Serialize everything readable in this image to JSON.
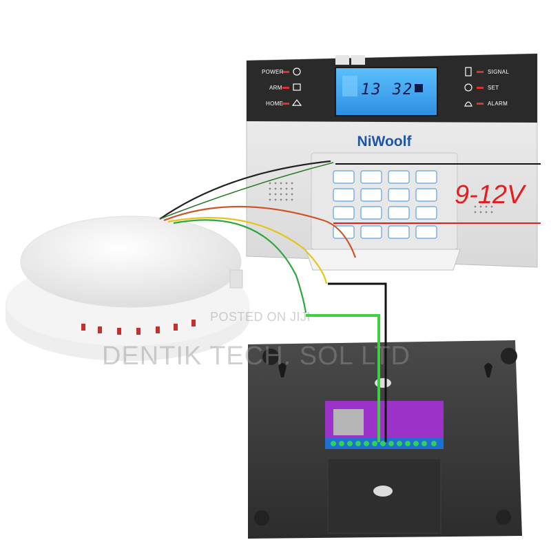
{
  "panel": {
    "brand": "NiWoolf",
    "lcd_time": "13 32",
    "left_labels": [
      "POWER",
      "ARM",
      "HOME"
    ],
    "right_labels": [
      "SIGNAL",
      "SET",
      "ALARM"
    ]
  },
  "annotation": {
    "voltage": "9-12V",
    "color": "#e41e1e"
  },
  "watermark": {
    "small": "POSTED ON JIJI",
    "large": "DENTIK TECH. SOL LTD"
  },
  "colors": {
    "panel_display": "#3aa7ee",
    "panel_header": "#2a2a2a",
    "brand_blue": "#1d56a8",
    "wire_red": "#e41e1e",
    "wire_green": "#3cd23c",
    "wire_black": "#111111",
    "pcb_purple": "#9c33c9"
  },
  "icons": {
    "power": "power-icon",
    "arm": "lock-icon",
    "home": "home-icon",
    "signal": "phone-icon",
    "set": "wrench-icon",
    "alarm": "bell-icon"
  }
}
